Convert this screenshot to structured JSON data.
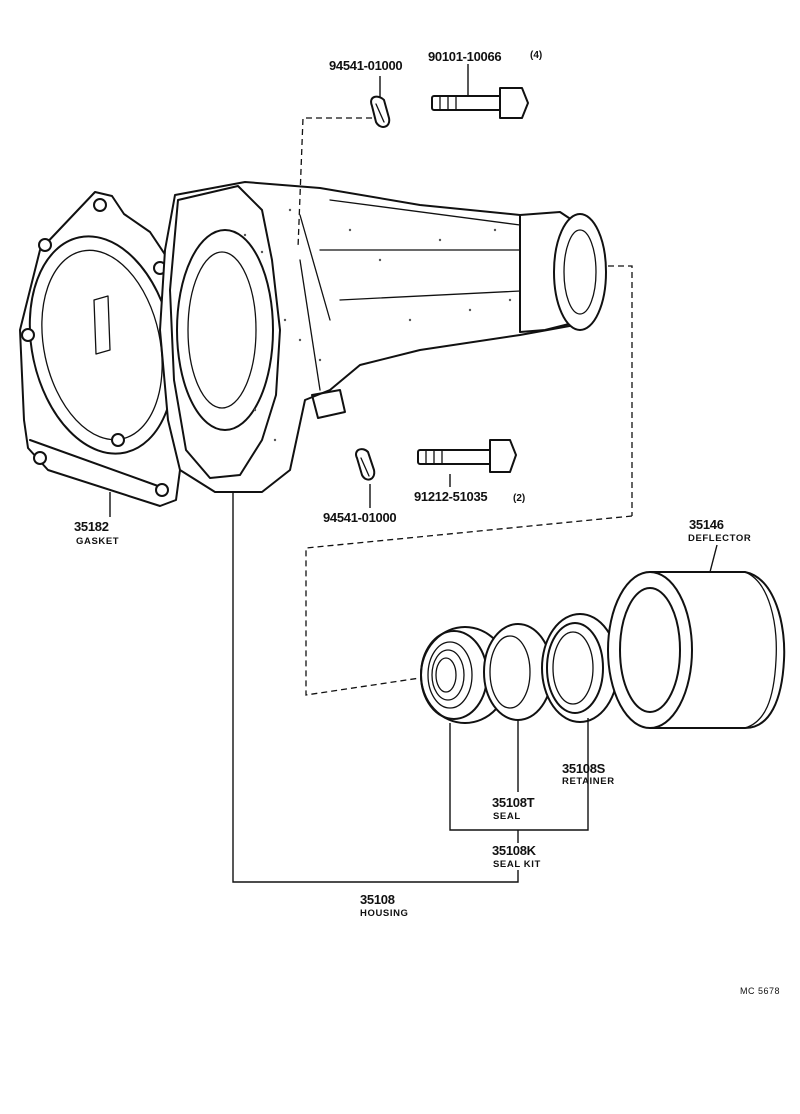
{
  "parts": {
    "clip_upper": {
      "number": "94541-01000"
    },
    "bolt_upper": {
      "number": "90101-10066",
      "qty": "(4)"
    },
    "clip_lower": {
      "number": "94541-01000"
    },
    "bolt_lower": {
      "number": "91212-51035",
      "qty": "(2)"
    },
    "gasket": {
      "number": "35182",
      "name": "GASKET"
    },
    "deflector": {
      "number": "35146",
      "name": "DEFLECTOR"
    },
    "retainer": {
      "number": "35108S",
      "name": "RETAINER"
    },
    "seal": {
      "number": "35108T",
      "name": "SEAL"
    },
    "seal_kit": {
      "number": "35108K",
      "name": "SEAL KIT"
    },
    "housing": {
      "number": "35108",
      "name": "HOUSING"
    }
  },
  "reference_code": "MC 5678"
}
